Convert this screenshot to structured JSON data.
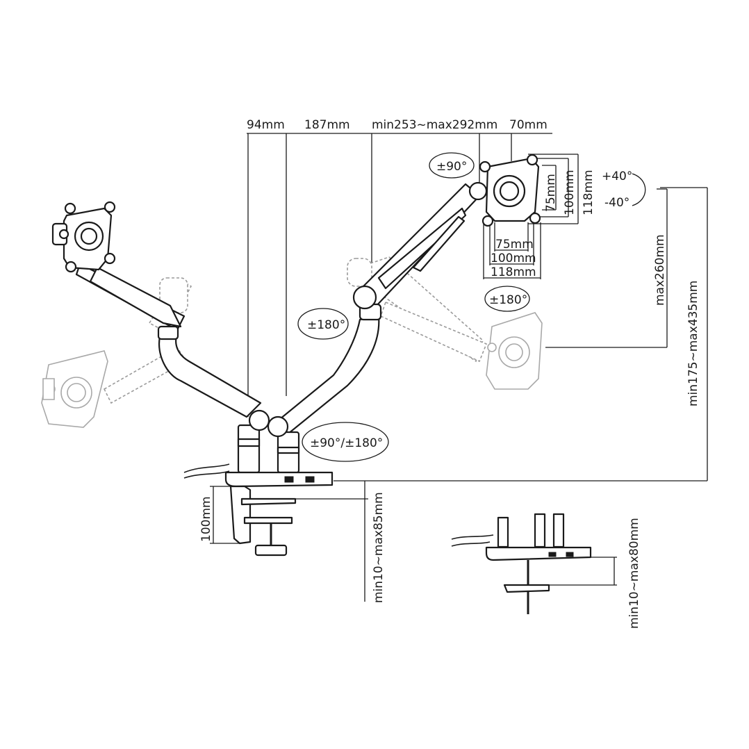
{
  "dimensions": {
    "top": [
      "94mm",
      "187mm",
      "min253~max292mm",
      "70mm"
    ],
    "vesa_vertical": [
      "75mm",
      "100mm",
      "118mm"
    ],
    "vesa_horizontal": [
      "75mm",
      "100mm",
      "118mm"
    ],
    "height_adjust": "max260mm",
    "total_height": "min175~max435mm",
    "clamp_height": "100mm",
    "clamp_range": "min10~max85mm",
    "grommet_range": "min10~max80mm"
  },
  "rotations": {
    "tilt_up": "+40°",
    "tilt_down": "-40°",
    "rotate_top": "±90°",
    "swivel_head": "±180°",
    "swivel_elbow": "±180°",
    "base_rotation": "±90°/±180°"
  },
  "colors": {
    "line": "#1a1a1a",
    "ghost": "#9a9a9a"
  }
}
